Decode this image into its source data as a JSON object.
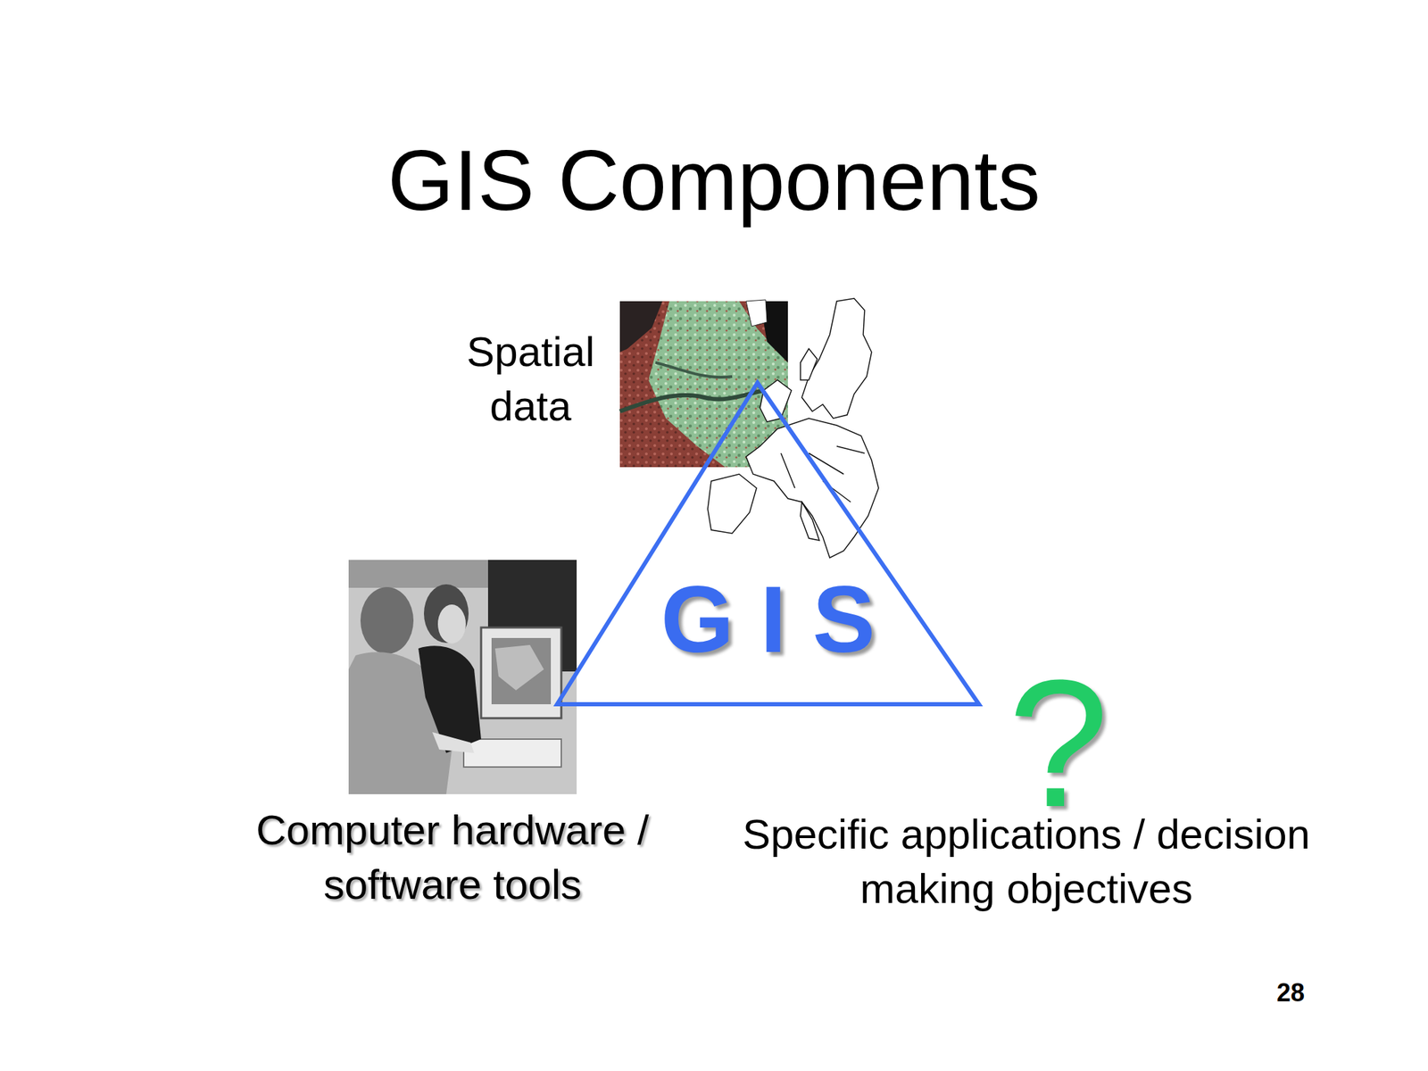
{
  "diagram": {
    "title": "GIS Components",
    "nodes": [
      {
        "text": [
          "G I S"
        ]
      }
    ],
    "labels": [
      "Spatial data",
      "Computer hardware / software tools",
      "Specific applications / decision making objectives",
      "?",
      "28"
    ]
  }
}
